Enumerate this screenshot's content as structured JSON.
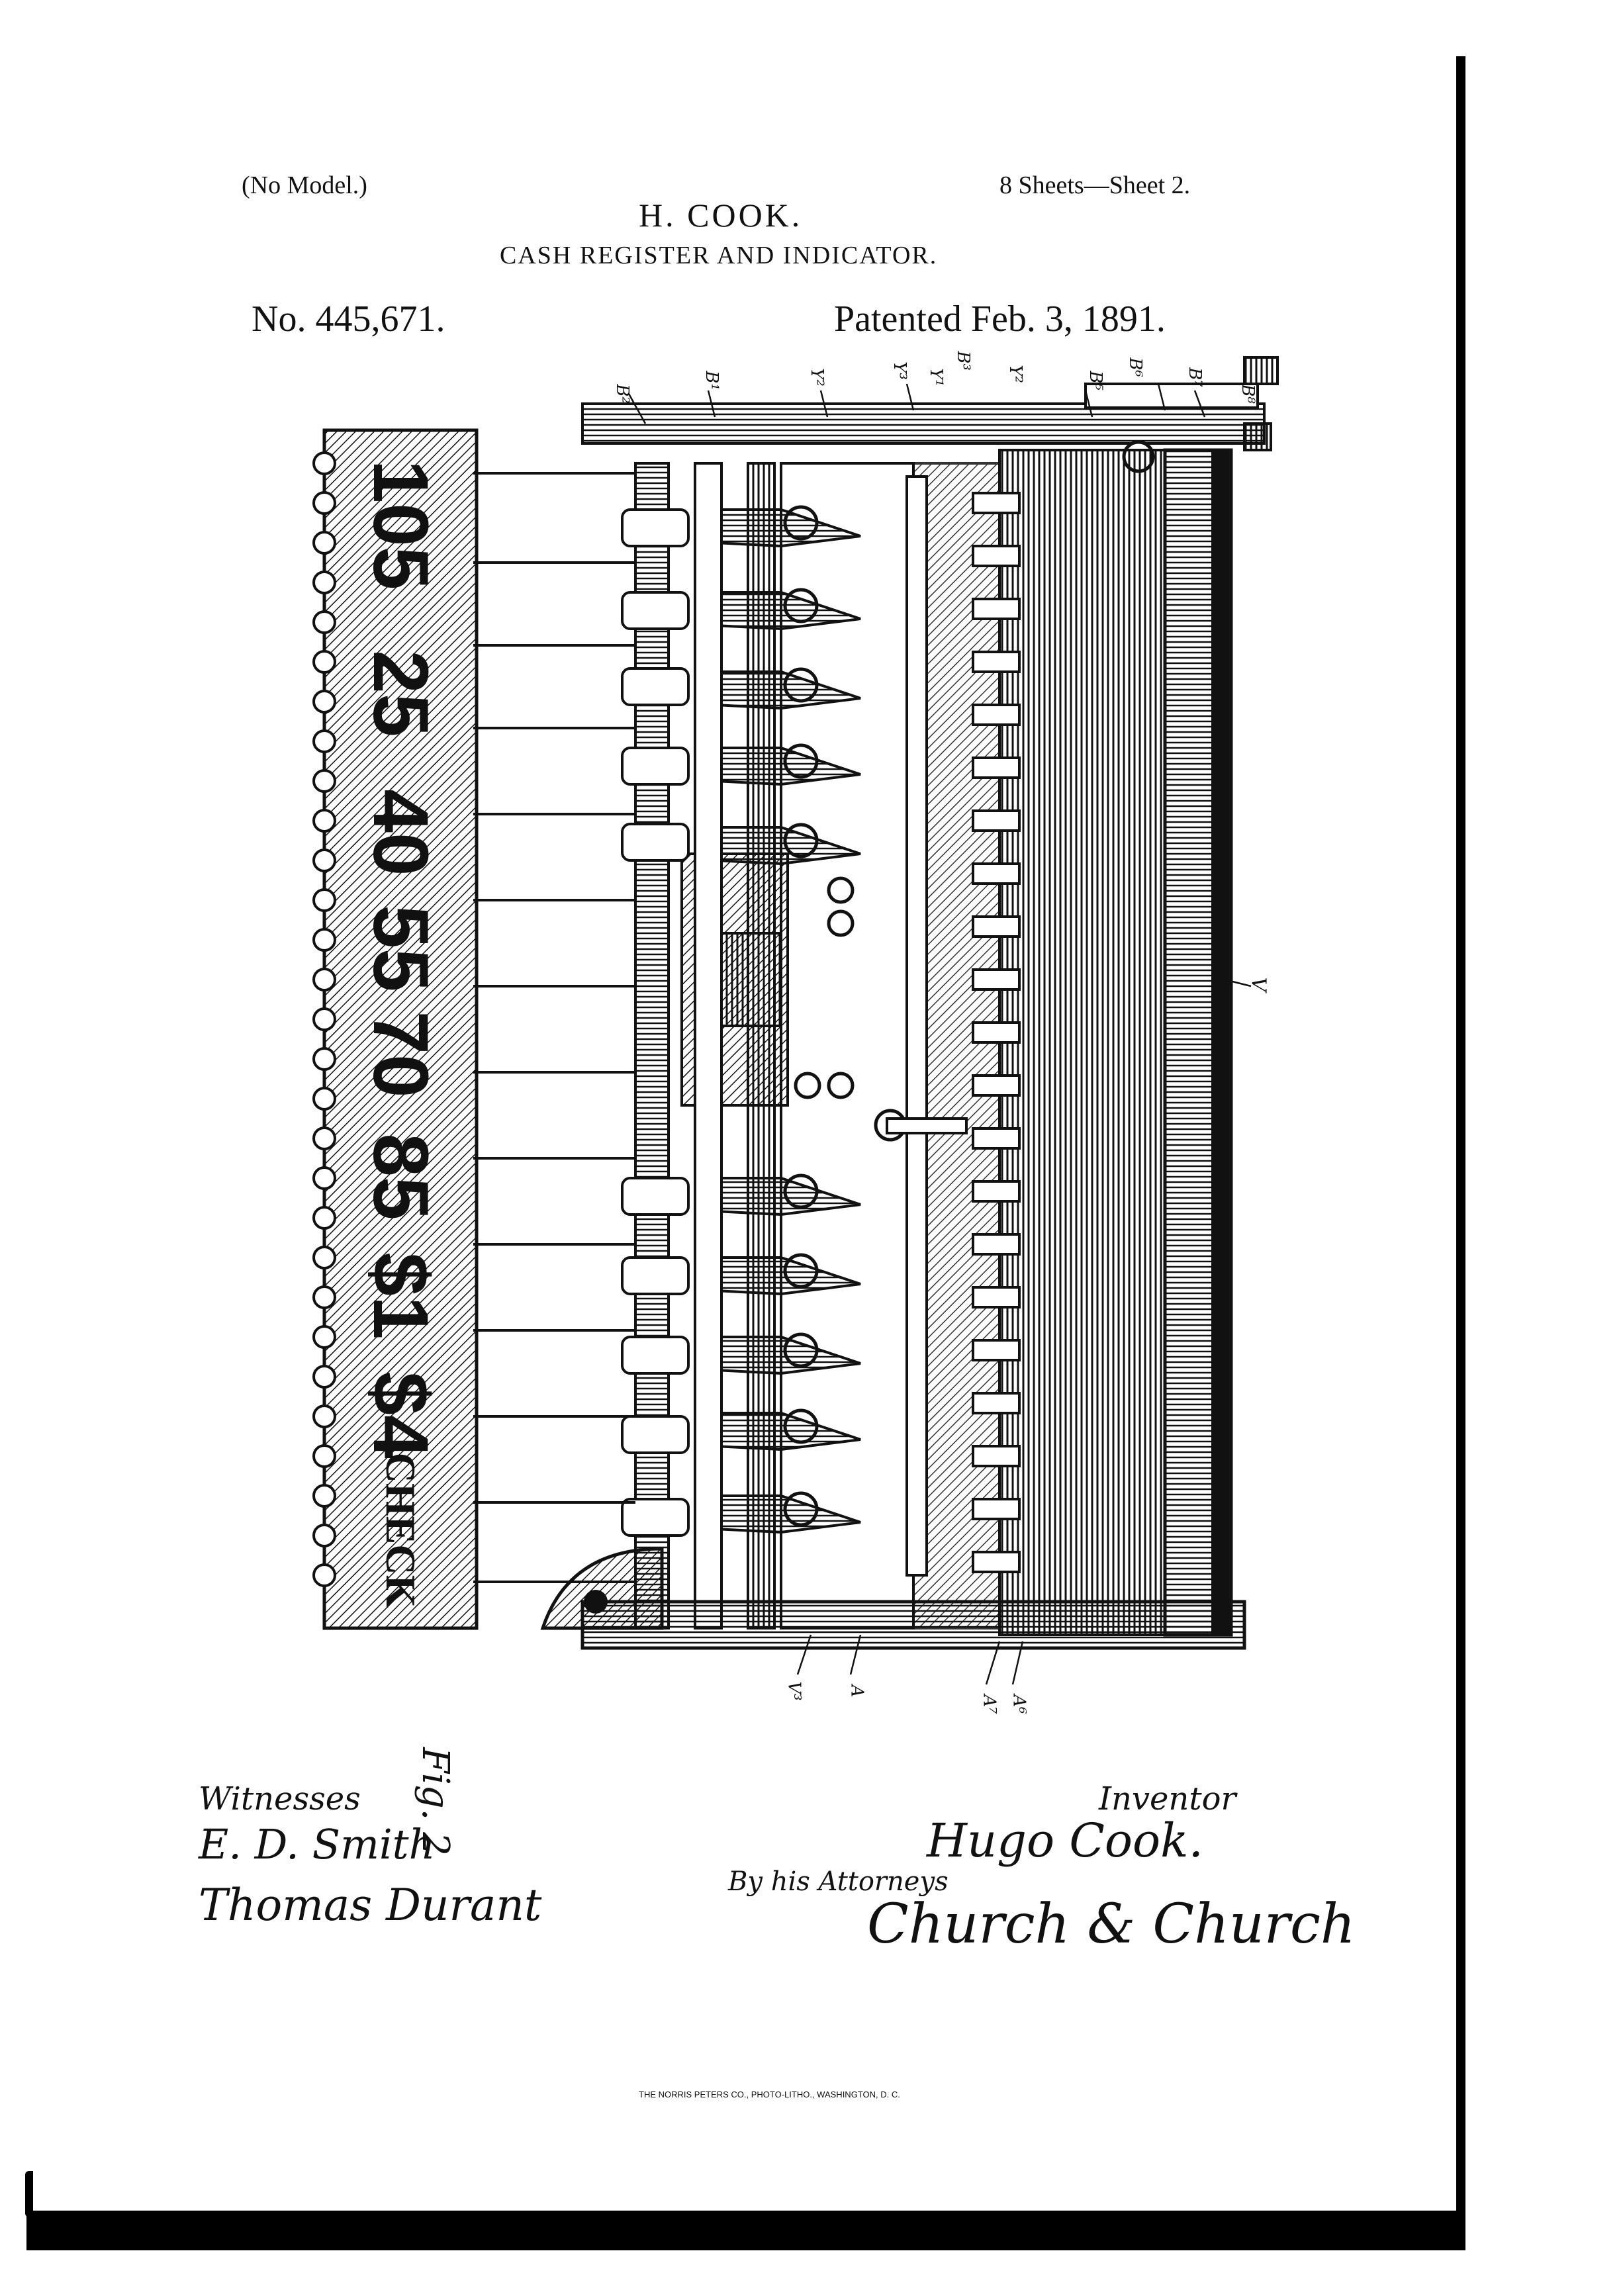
{
  "header": {
    "model_note": "(No Model.)",
    "sheets": "8 Sheets—Sheet 2.",
    "inventor_name": "H. COOK.",
    "title": "CASH REGISTER AND INDICATOR.",
    "patent_number": "No. 445,671.",
    "patent_date": "Patented Feb. 3, 1891."
  },
  "drawing": {
    "figure_label": "Fig. 2",
    "indicator_tabs": [
      "105",
      "25",
      "40",
      "55",
      "70",
      "85",
      "$1",
      "$4",
      "CHECK"
    ],
    "reference_letters_top": [
      "B²",
      "B¹",
      "Y²",
      "Y³",
      "Y¹",
      "B³",
      "Y²",
      "B⁵",
      "B⁶",
      "B⁷",
      "B⁸"
    ],
    "reference_letters_bottom": [
      "V³",
      "A",
      "A⁷",
      "A⁶"
    ],
    "reference_letter_side": "V",
    "colors": {
      "ink": "#111111",
      "paper": "#ffffff",
      "border": "#000000"
    }
  },
  "signatures": {
    "witnesses_label": "Witnesses",
    "witness_1": "E. D. Smith",
    "witness_2": "Thomas Durant",
    "inventor_label": "Inventor",
    "inventor_signature": "Hugo Cook.",
    "attorneys_label": "By his Attorneys",
    "attorneys_signature": "Church & Church"
  },
  "footer": {
    "printer": "THE NORRIS PETERS CO., PHOTO-LITHO., WASHINGTON, D. C."
  }
}
